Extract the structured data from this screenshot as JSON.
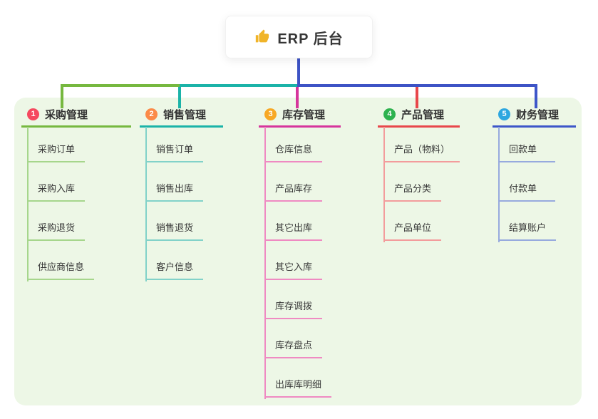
{
  "root": {
    "icon": "thumbs-up",
    "title": "ERP 后台",
    "accent": "#3d53c5",
    "icon_color": "#f0b429"
  },
  "panel": {
    "bg": "#edf7e6"
  },
  "branches": [
    {
      "index": "1",
      "label": "采购管理",
      "badge": "#f5495f",
      "accent": "#76b83f",
      "light": "#a6d68c",
      "children": [
        "采购订单",
        "采购入库",
        "采购退货",
        "供应商信息"
      ]
    },
    {
      "index": "2",
      "label": "销售管理",
      "badge": "#fb8a48",
      "accent": "#1bb3a8",
      "light": "#82d2c9",
      "children": [
        "销售订单",
        "销售出库",
        "销售退货",
        "客户信息"
      ]
    },
    {
      "index": "3",
      "label": "库存管理",
      "badge": "#f7a824",
      "accent": "#d6359c",
      "light": "#ef8ac2",
      "children": [
        "仓库信息",
        "产品库存",
        "其它出库",
        "其它入库",
        "库存调拨",
        "库存盘点",
        "出库库明细"
      ]
    },
    {
      "index": "4",
      "label": "产品管理",
      "badge": "#2db24e",
      "accent": "#e8474b",
      "light": "#f39c9c",
      "children": [
        "产品（物料）",
        "产品分类",
        "产品单位"
      ]
    },
    {
      "index": "5",
      "label": "财务管理",
      "badge": "#2da7e0",
      "accent": "#3d56c9",
      "light": "#97aade",
      "children": [
        "回款单",
        "付款单",
        "结算账户"
      ]
    }
  ]
}
